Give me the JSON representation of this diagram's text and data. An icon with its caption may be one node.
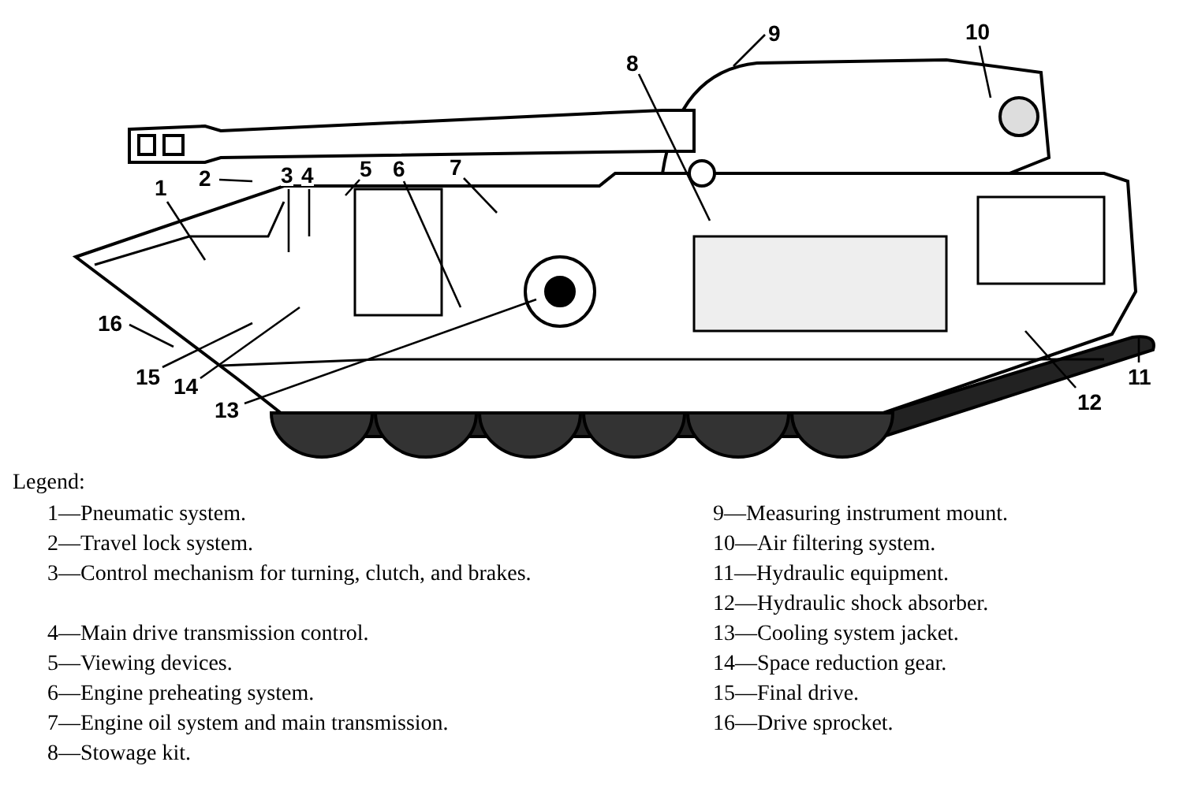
{
  "diagram": {
    "nodes": [
      {
        "text": [
          "1"
        ]
      },
      {
        "text": [
          "2"
        ]
      },
      {
        "text": [
          "3"
        ]
      },
      {
        "text": [
          "4"
        ]
      },
      {
        "text": [
          "5"
        ]
      },
      {
        "text": [
          "6"
        ]
      },
      {
        "text": [
          "7"
        ]
      },
      {
        "text": [
          "8"
        ]
      },
      {
        "text": [
          "9"
        ]
      },
      {
        "text": [
          "10"
        ]
      },
      {
        "text": [
          "11"
        ]
      },
      {
        "text": [
          "12"
        ]
      },
      {
        "text": [
          "13"
        ]
      },
      {
        "text": [
          "14"
        ]
      },
      {
        "text": [
          "15"
        ]
      },
      {
        "text": [
          "16"
        ]
      }
    ],
    "edges": [
      {
        "from": 0,
        "to": null,
        "arrow": "none"
      },
      {
        "from": 1,
        "to": null,
        "arrow": "none"
      },
      {
        "from": 2,
        "to": null,
        "arrow": "none"
      },
      {
        "from": 3,
        "to": null,
        "arrow": "none"
      },
      {
        "from": 4,
        "to": null,
        "arrow": "none"
      },
      {
        "from": 5,
        "to": null,
        "arrow": "none"
      },
      {
        "from": 6,
        "to": null,
        "arrow": "none"
      },
      {
        "from": 7,
        "to": null,
        "arrow": "none"
      },
      {
        "from": 8,
        "to": null,
        "arrow": "none"
      },
      {
        "from": 9,
        "to": null,
        "arrow": "none"
      },
      {
        "from": 10,
        "to": null,
        "arrow": "none"
      },
      {
        "from": 11,
        "to": null,
        "arrow": "none"
      },
      {
        "from": 12,
        "to": null,
        "arrow": "none"
      },
      {
        "from": 13,
        "to": null,
        "arrow": "none"
      },
      {
        "from": 14,
        "to": null,
        "arrow": "none"
      },
      {
        "from": 15,
        "to": null,
        "arrow": "none"
      }
    ],
    "labels": [
      "Legend:",
      "1—Pneumatic system.",
      "2—Travel lock system.",
      "3—Control mechanism for turning, clutch, and brakes.",
      "4—Main drive transmission control.",
      "5—Viewing devices.",
      "6—Engine preheating system.",
      "7—Engine oil system and main transmission.",
      "8—Stowage kit.",
      "9—Measuring instrument mount.",
      "10—Air filtering system.",
      "11—Hydraulic equipment.",
      "12—Hydraulic shock absorber.",
      "13—Cooling system jacket.",
      "14—Space reduction gear.",
      "15—Final drive.",
      "16—Drive sprocket."
    ]
  }
}
